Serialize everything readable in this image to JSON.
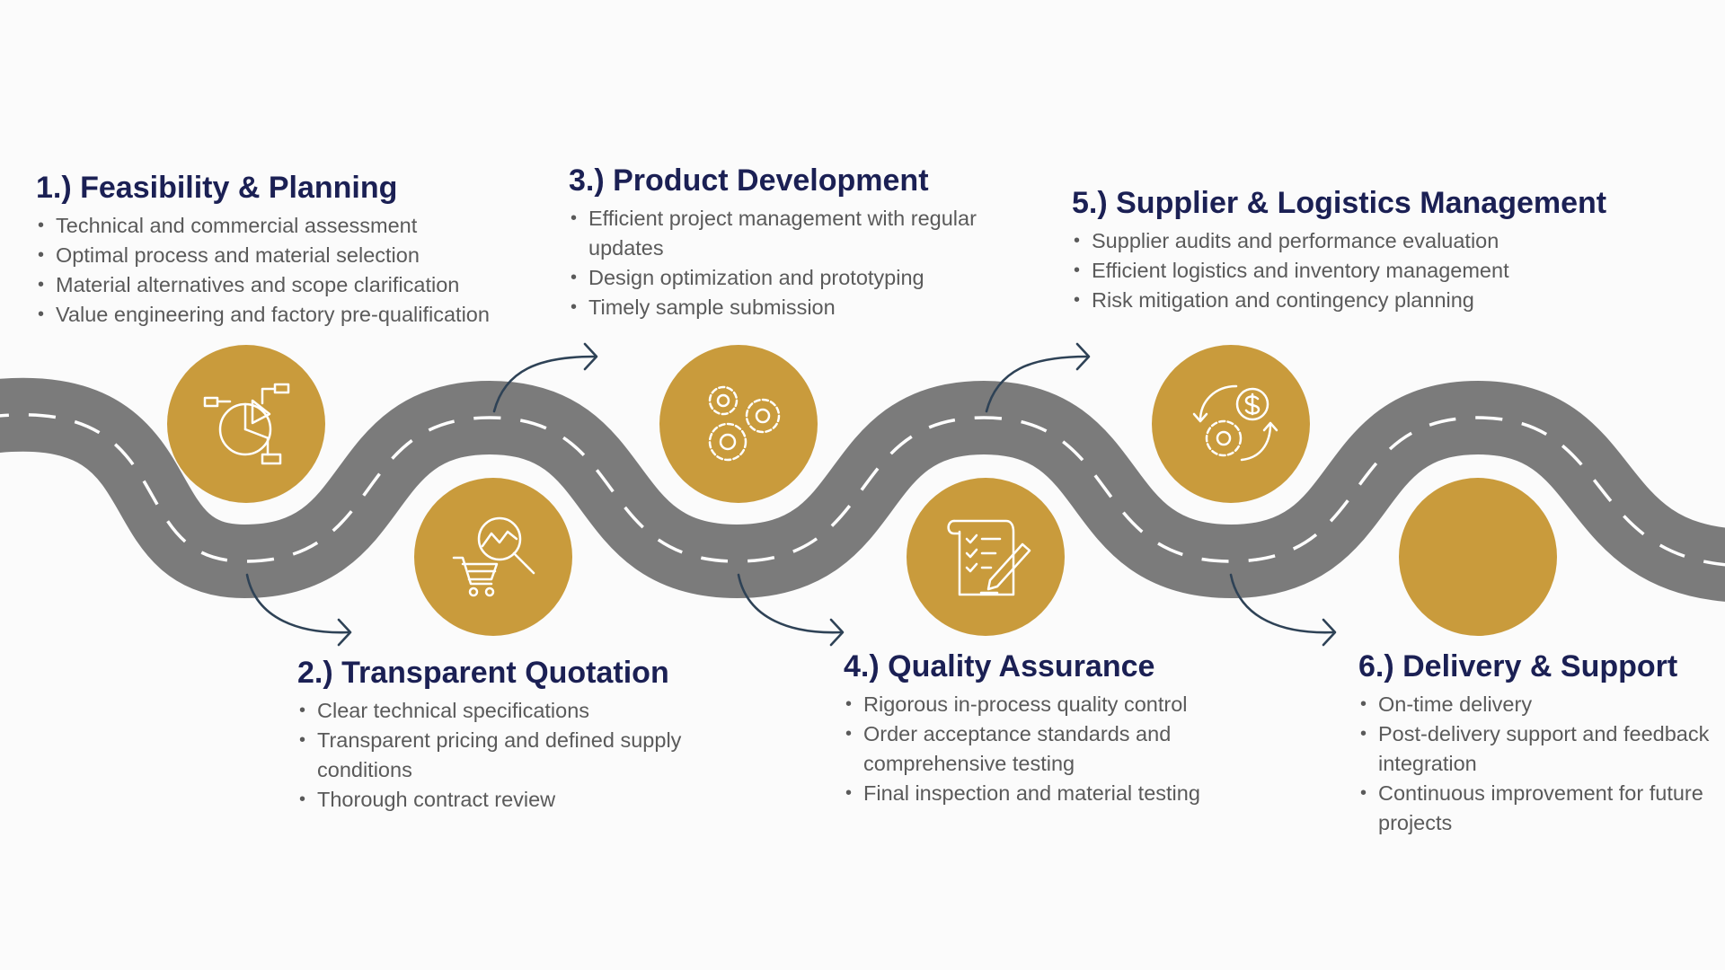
{
  "colors": {
    "road": "#7b7b7b",
    "lane": "#ffffff",
    "circle": "#c99b3c",
    "icon": "#ffffff",
    "heading": "#1b2054",
    "text": "#5a5a5a",
    "arrow": "#2e4256"
  },
  "steps": [
    {
      "title": "1.) Feasibility & Planning",
      "icon": "pie-chart-flow-icon",
      "items": [
        "Technical and commercial assessment",
        "Optimal process and material selection",
        "Material alternatives and scope clarification",
        "Value engineering and factory pre-qualification"
      ]
    },
    {
      "title": "2.) Transparent Quotation",
      "icon": "cart-magnifier-icon",
      "items": [
        "Clear technical specifications",
        "Transparent pricing and defined supply conditions",
        "Thorough contract review"
      ]
    },
    {
      "title": "3.) Product Development",
      "icon": "gears-icon",
      "items": [
        "Efficient project management with regular updates",
        "Design optimization and prototyping",
        "Timely sample submission"
      ]
    },
    {
      "title": "4.) Quality Assurance",
      "icon": "checklist-pen-icon",
      "items": [
        "Rigorous in-process quality control",
        "Order acceptance standards and comprehensive testing",
        "Final inspection and material testing"
      ]
    },
    {
      "title": "5.) Supplier & Logistics Management",
      "icon": "gear-dollar-cycle-icon",
      "items": [
        "Supplier audits and performance evaluation",
        "Efficient logistics and inventory management",
        "Risk mitigation and contingency planning"
      ]
    },
    {
      "title": "6.) Delivery & Support",
      "icon": "",
      "items": [
        "On-time delivery",
        "Post-delivery support and feedback integration",
        "Continuous improvement for future projects"
      ]
    }
  ]
}
